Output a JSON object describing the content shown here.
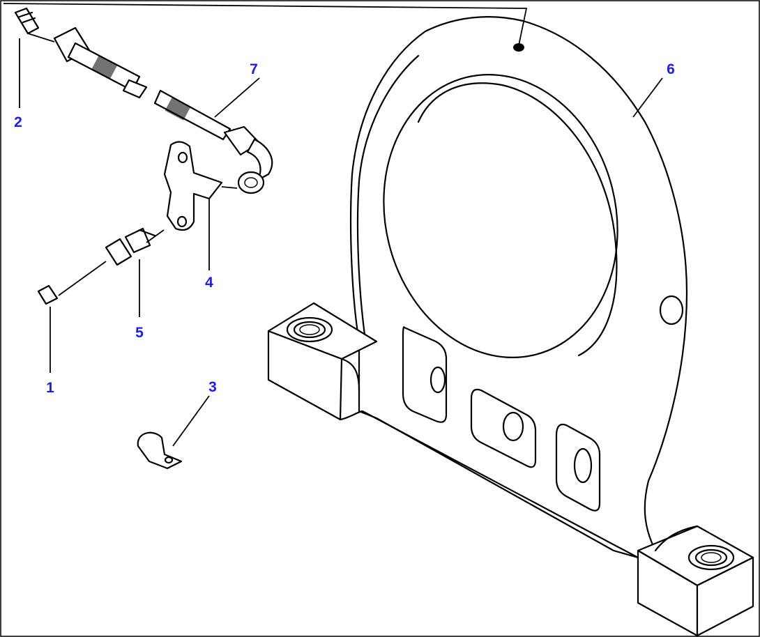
{
  "diagram": {
    "callouts": [
      {
        "id": "1",
        "label": "1"
      },
      {
        "id": "2",
        "label": "2"
      },
      {
        "id": "3",
        "label": "3"
      },
      {
        "id": "4",
        "label": "4"
      },
      {
        "id": "5",
        "label": "5"
      },
      {
        "id": "6",
        "label": "6"
      },
      {
        "id": "7",
        "label": "7"
      }
    ],
    "label_color": "#1a1aff",
    "line_color": "#000000"
  }
}
